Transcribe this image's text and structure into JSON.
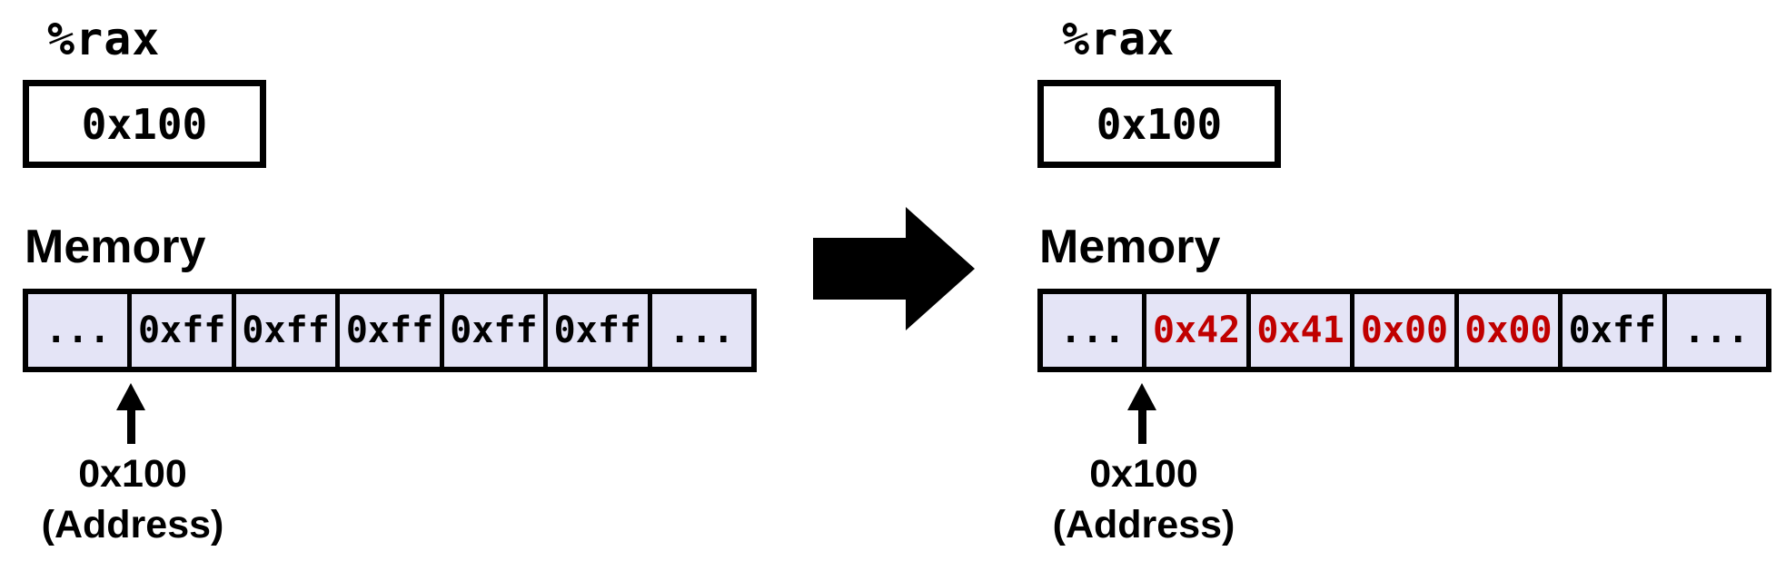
{
  "colors": {
    "cell_bg": "#e4e4f6",
    "highlight": "#c00000",
    "border": "#000000"
  },
  "icons": {
    "transition": "arrow-right-icon",
    "pointer": "arrow-up-icon"
  },
  "left": {
    "register": {
      "name": "%rax",
      "value": "0x100"
    },
    "memory": {
      "label": "Memory",
      "cells": [
        "...",
        "0xff",
        "0xff",
        "0xff",
        "0xff",
        "0xff",
        "..."
      ],
      "highlight_indices": []
    },
    "pointer": {
      "address": "0x100",
      "caption": "(Address)"
    }
  },
  "right": {
    "register": {
      "name": "%rax",
      "value": "0x100"
    },
    "memory": {
      "label": "Memory",
      "cells": [
        "...",
        "0x42",
        "0x41",
        "0x00",
        "0x00",
        "0xff",
        "..."
      ],
      "highlight_indices": [
        1,
        2,
        3,
        4
      ]
    },
    "pointer": {
      "address": "0x100",
      "caption": "(Address)"
    }
  }
}
